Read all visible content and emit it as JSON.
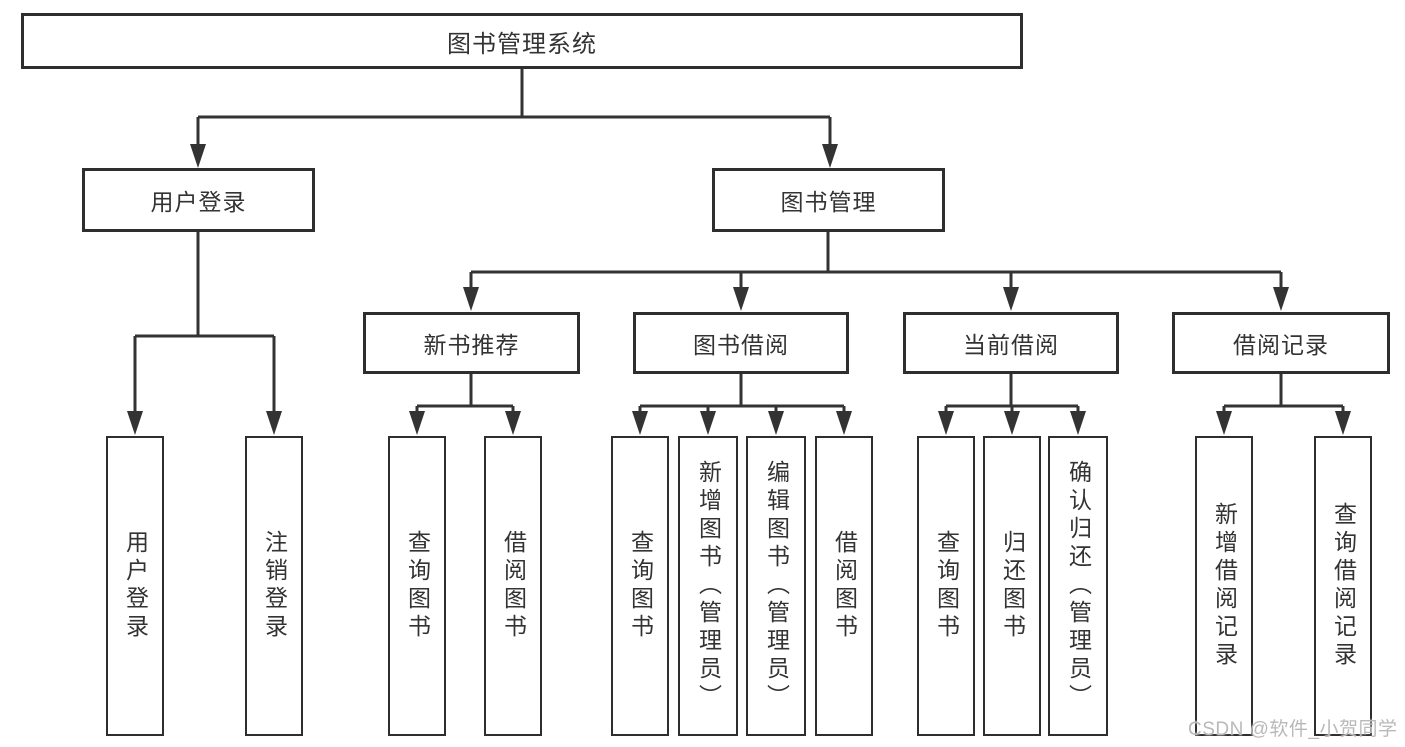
{
  "diagram": {
    "title": "图书管理系统",
    "nodes": {
      "root": {
        "label": "图书管理系统",
        "children": [
          "user_login",
          "book_management"
        ]
      },
      "user_login": {
        "label": "用户登录",
        "children": [
          "leaf_user_login",
          "leaf_logout"
        ]
      },
      "book_management": {
        "label": "图书管理",
        "children": [
          "new_book_rec",
          "book_borrow",
          "current_borrow",
          "borrow_records"
        ]
      },
      "new_book_rec": {
        "label": "新书推荐",
        "children": [
          "leaf_rec_query",
          "leaf_rec_borrow"
        ]
      },
      "book_borrow": {
        "label": "图书借阅",
        "children": [
          "leaf_bb_query",
          "leaf_bb_add",
          "leaf_bb_edit",
          "leaf_bb_borrow"
        ]
      },
      "current_borrow": {
        "label": "当前借阅",
        "children": [
          "leaf_cb_query",
          "leaf_cb_return",
          "leaf_cb_confirm"
        ]
      },
      "borrow_records": {
        "label": "借阅记录",
        "children": [
          "leaf_br_add",
          "leaf_br_query"
        ]
      },
      "leaf_user_login": {
        "label": "用户登录"
      },
      "leaf_logout": {
        "label": "注销登录"
      },
      "leaf_rec_query": {
        "label": "查询图书"
      },
      "leaf_rec_borrow": {
        "label": "借阅图书"
      },
      "leaf_bb_query": {
        "label": "查询图书"
      },
      "leaf_bb_add": {
        "label": "新增图书（管理员）"
      },
      "leaf_bb_edit": {
        "label": "编辑图书（管理员）"
      },
      "leaf_bb_borrow": {
        "label": "借阅图书"
      },
      "leaf_cb_query": {
        "label": "查询图书"
      },
      "leaf_cb_return": {
        "label": "归还图书"
      },
      "leaf_cb_confirm": {
        "label": "确认归还（管理员）"
      },
      "leaf_br_add": {
        "label": "新增借阅记录"
      },
      "leaf_br_query": {
        "label": "查询借阅记录"
      }
    },
    "colors": {
      "line": "#333333",
      "border": "#2e2e2e",
      "text": "#333333",
      "watermark": "#b9b9b9"
    }
  },
  "watermark": {
    "text": "CSDN @软件_小贺同学"
  }
}
